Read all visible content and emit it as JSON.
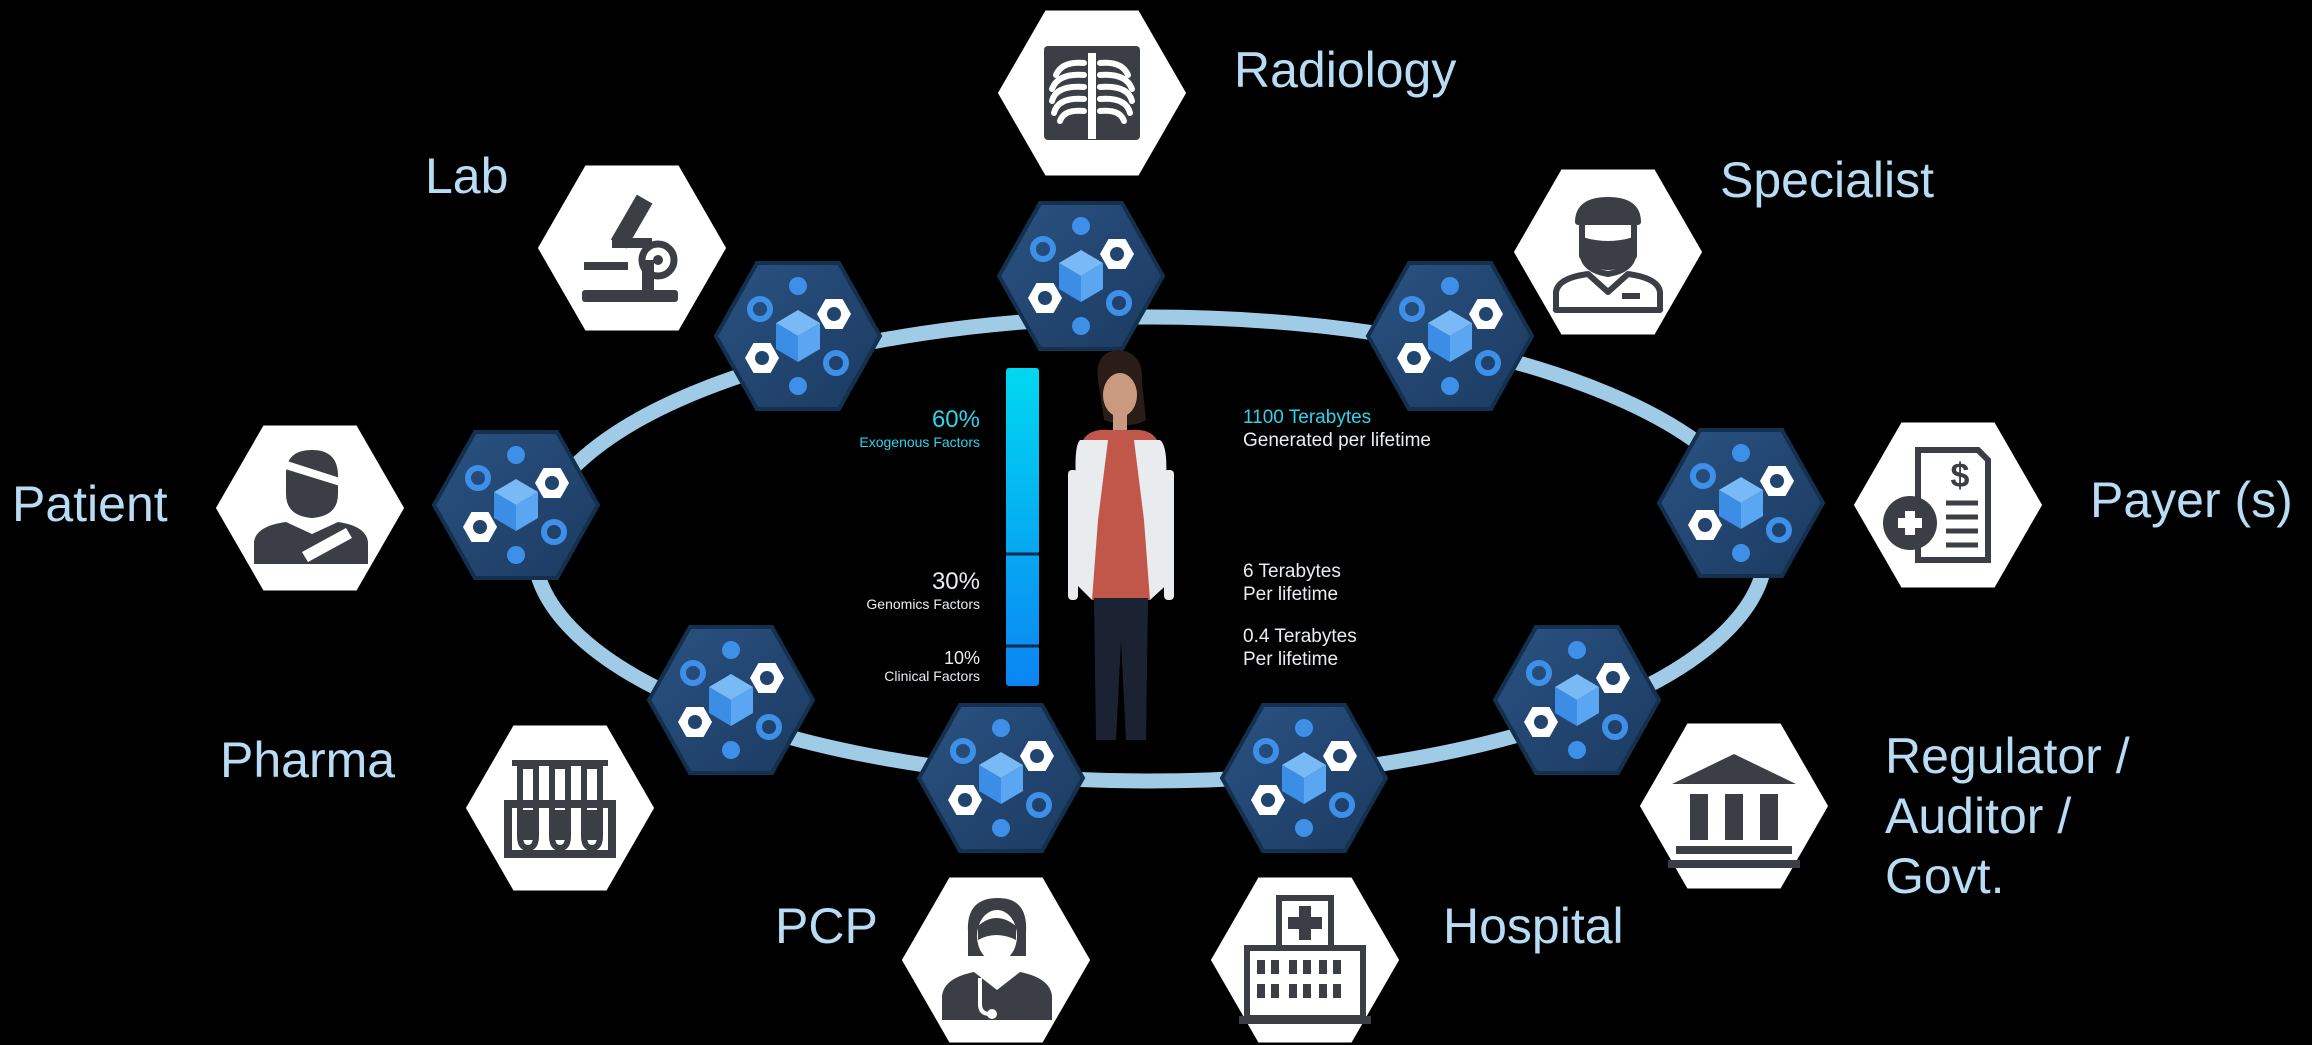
{
  "stakeholders": {
    "radiology": "Radiology",
    "specialist": "Specialist",
    "lab": "Lab",
    "patient": "Patient",
    "payer": "Payer (s)",
    "pharma": "Pharma",
    "regulator": [
      "Regulator /",
      "Auditor /",
      "Govt."
    ],
    "pcp": "PCP",
    "hospital": "Hospital"
  },
  "factors": {
    "exogenous": {
      "percent": "60%",
      "label": "Exogenous Factors"
    },
    "genomics": {
      "percent": "30%",
      "label": "Genomics Factors"
    },
    "clinical": {
      "percent": "10%",
      "label": "Clinical Factors"
    }
  },
  "data_volumes": {
    "exogenous": [
      "1100 Terabytes",
      "Generated per lifetime"
    ],
    "genomics": [
      "6 Terabytes",
      "Per lifetime"
    ],
    "clinical": [
      "0.4 Terabytes",
      "Per lifetime"
    ]
  },
  "colors": {
    "background": "#000000",
    "ring": "#a9d6f3",
    "blockchain_hex": "#21456e",
    "label_text": "#b9dcf5",
    "exogenous_text": "#2fd3ee",
    "bar_top": "#00d8f0",
    "bar_bottom": "#0b84f3",
    "icon_gray": "#3b3f45"
  },
  "icons": [
    "xray-icon",
    "doctor-mask-icon",
    "microscope-icon",
    "patient-icon",
    "bill-icon",
    "test-tubes-icon",
    "bank-icon",
    "female-doctor-icon",
    "hospital-icon",
    "blockchain-cube-icon"
  ]
}
